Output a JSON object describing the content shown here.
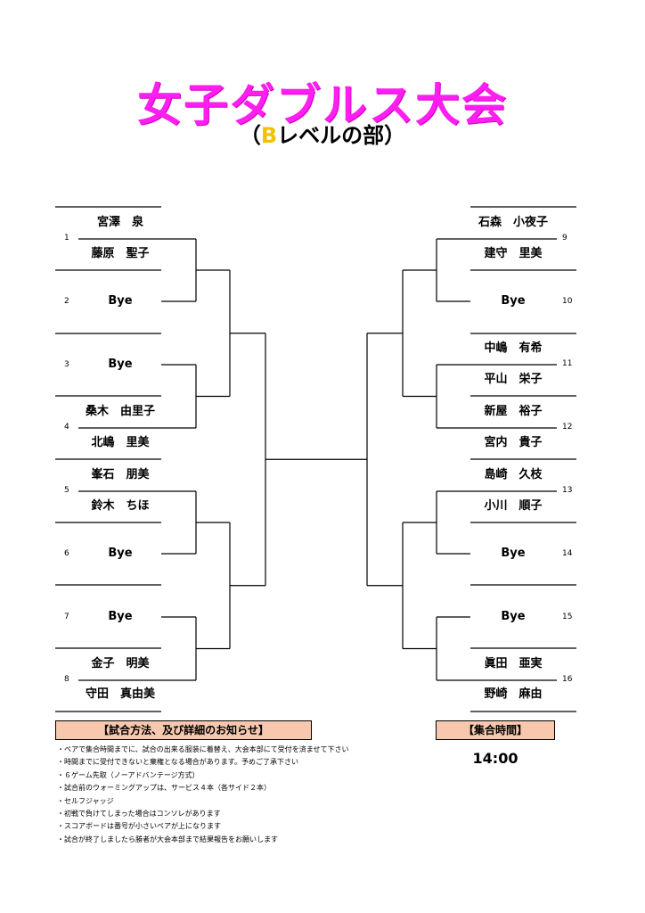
{
  "title": "女子ダブルス大会",
  "subtitle": {
    "open": "（",
    "letter": "B",
    "rest": "レベルの部",
    "close": "）"
  },
  "left_entries": [
    {
      "seed": "1",
      "type": "pair",
      "p1": "宮澤　泉",
      "p2": "藤原　聖子"
    },
    {
      "seed": "2",
      "type": "bye",
      "label": "Bye"
    },
    {
      "seed": "3",
      "type": "bye",
      "label": "Bye"
    },
    {
      "seed": "4",
      "type": "pair",
      "p1": "桑木　由里子",
      "p2": "北嶋　里美"
    },
    {
      "seed": "5",
      "type": "pair",
      "p1": "峯石　朋美",
      "p2": "鈴木　ちほ"
    },
    {
      "seed": "6",
      "type": "bye",
      "label": "Bye"
    },
    {
      "seed": "7",
      "type": "bye",
      "label": "Bye"
    },
    {
      "seed": "8",
      "type": "pair",
      "p1": "金子　明美",
      "p2": "守田　真由美"
    }
  ],
  "right_entries": [
    {
      "seed": "9",
      "type": "pair",
      "p1": "石森　小夜子",
      "p2": "建守　里美"
    },
    {
      "seed": "10",
      "type": "bye",
      "label": "Bye"
    },
    {
      "seed": "11",
      "type": "pair",
      "p1": "中嶋　有希",
      "p2": "平山　栄子"
    },
    {
      "seed": "12",
      "type": "pair",
      "p1": "新屋　裕子",
      "p2": "宮内　貴子"
    },
    {
      "seed": "13",
      "type": "pair",
      "p1": "島崎　久枝",
      "p2": "小川　順子"
    },
    {
      "seed": "14",
      "type": "bye",
      "label": "Bye"
    },
    {
      "seed": "15",
      "type": "bye",
      "label": "Bye"
    },
    {
      "seed": "16",
      "type": "pair",
      "p1": "眞田　亜実",
      "p2": "野崎　麻由"
    }
  ],
  "notice": {
    "heading": "【試合方法、及び詳細のお知らせ】",
    "items": [
      "・ペアで集合時間までに、試合の出来る服装に着替え、大会本部にて受付を済ませて下さい",
      "・時間までに受付できないと棄権となる場合があります。予めご了承下さい",
      "・６ゲーム先取（ノーアドバンテージ方式）",
      "・試合前のウォーミングアップは、サービス４本（各サイド２本）",
      "・セルフジャッジ",
      "・初戦で負けてしまった場合はコンソレがあります",
      "・スコアボードは番号が小さいペアが上になります",
      "・試合が終了しましたら勝者が大会本部まで結果報告をお願いします"
    ]
  },
  "meeting": {
    "heading": "【集合時間】",
    "time": "14:00"
  }
}
